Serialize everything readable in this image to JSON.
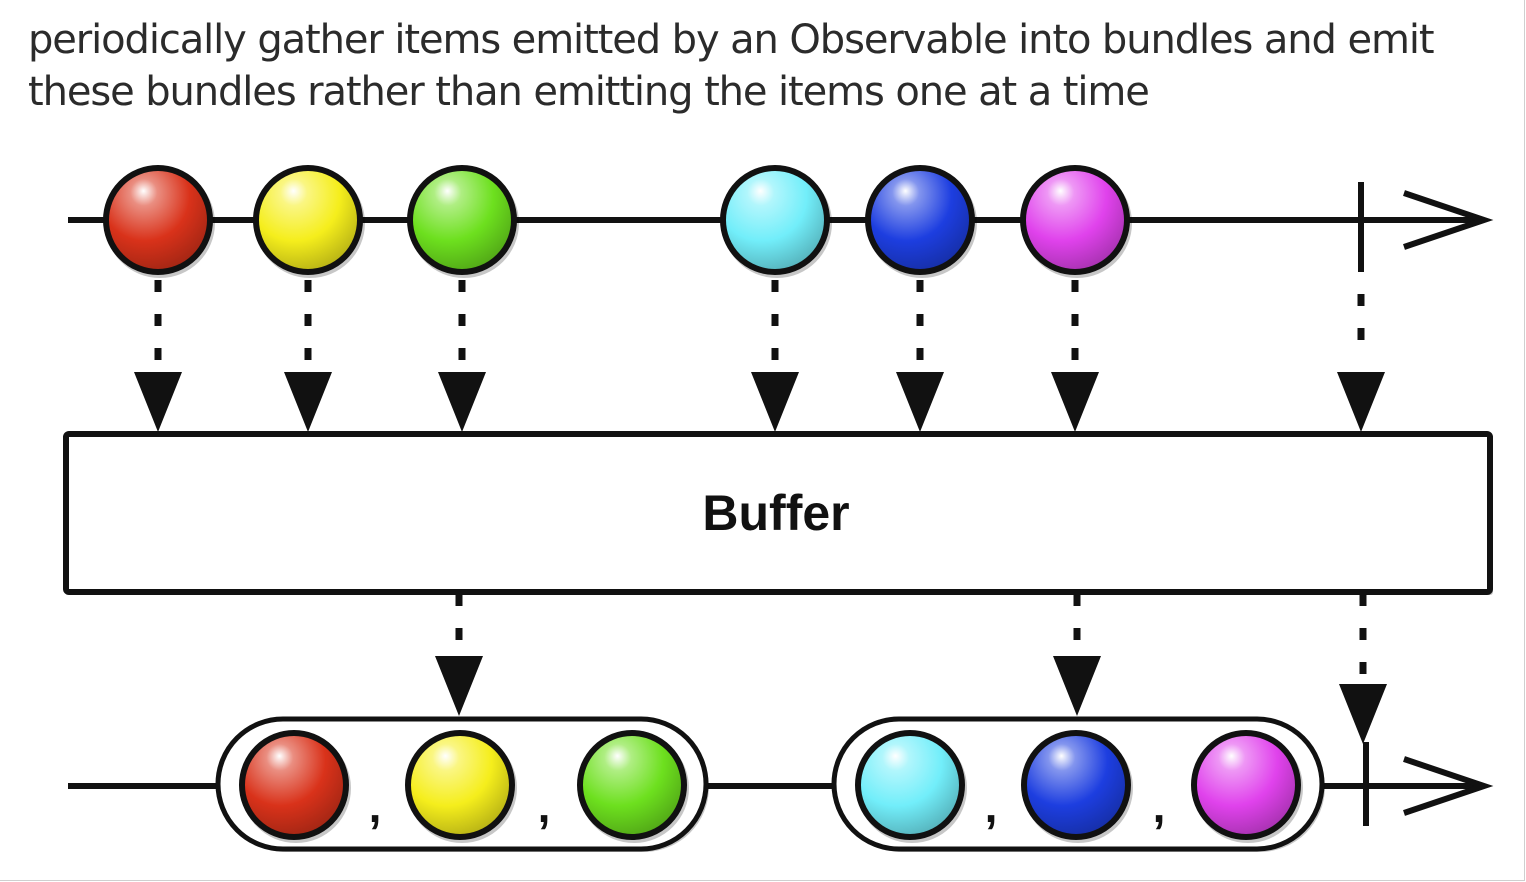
{
  "caption": "periodically gather items emitted by an Observable into bundles and emit\nthese bundles rather than emitting the items one at a time",
  "operator": {
    "label": "Buffer"
  },
  "marble_colors": {
    "red": "#d9321a",
    "yellow": "#f5ee1c",
    "green": "#6de01e",
    "cyan": "#72eefa",
    "blue": "#1d3ee0",
    "magenta": "#e042ec"
  },
  "input_stream": {
    "items": [
      "red",
      "yellow",
      "green",
      "cyan",
      "blue",
      "magenta"
    ],
    "completes": true
  },
  "output_stream": {
    "bundles": [
      {
        "items": [
          "red",
          "yellow",
          "green"
        ],
        "separator": ","
      },
      {
        "items": [
          "cyan",
          "blue",
          "magenta"
        ],
        "separator": ","
      }
    ],
    "completes": true
  }
}
